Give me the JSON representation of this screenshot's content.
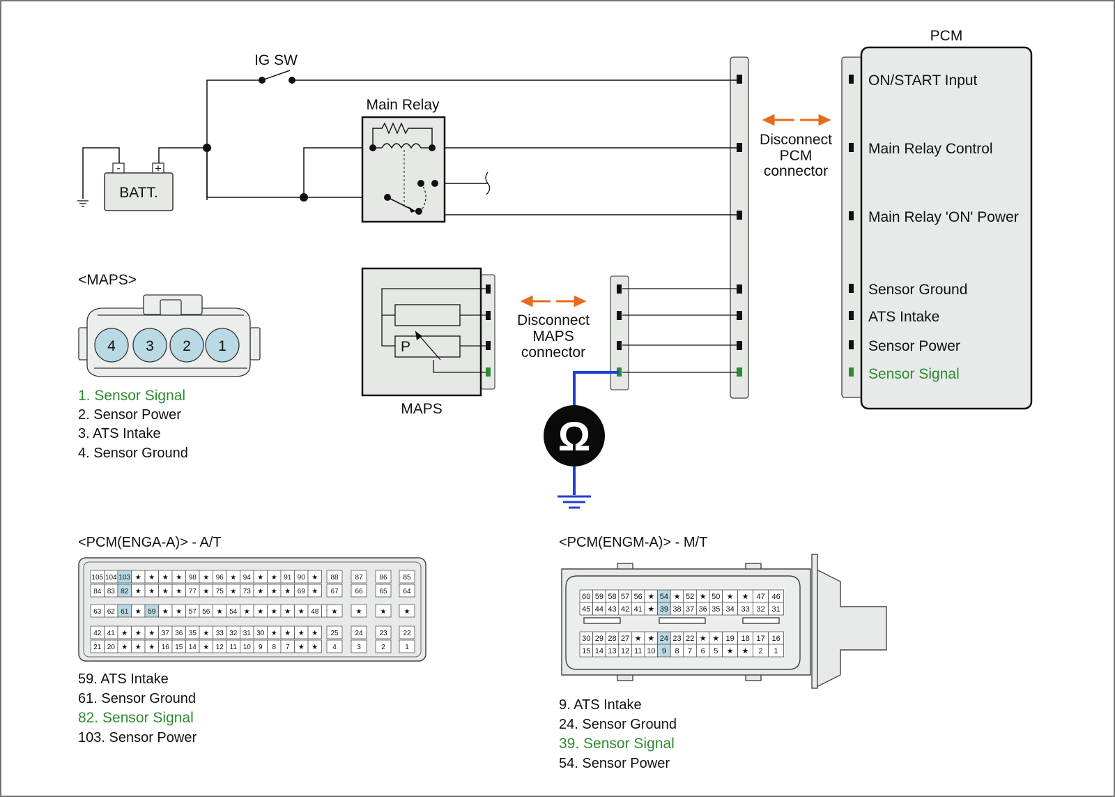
{
  "labels": {
    "pcm": "PCM",
    "ig_sw": "IG SW",
    "main_relay": "Main Relay",
    "batt": "BATT.",
    "batt_minus": "-",
    "batt_plus": "+",
    "maps_header": "<MAPS>",
    "maps_component": "MAPS",
    "maps_p": "P",
    "ohm": "Ω",
    "disconnect_pcm": [
      "Disconnect",
      "PCM",
      "connector"
    ],
    "disconnect_maps": [
      "Disconnect",
      "MAPS",
      "connector"
    ]
  },
  "pcm_pins": [
    {
      "label": "ON/START Input",
      "highlight": false
    },
    {
      "label": "Main Relay Control",
      "highlight": false
    },
    {
      "label": "Main Relay 'ON' Power",
      "highlight": false
    },
    {
      "label": "Sensor Ground",
      "highlight": false
    },
    {
      "label": "ATS Intake",
      "highlight": false
    },
    {
      "label": "Sensor Power",
      "highlight": false
    },
    {
      "label": "Sensor Signal",
      "highlight": true
    }
  ],
  "maps_connector": {
    "pins": [
      "4",
      "3",
      "2",
      "1"
    ],
    "legend": [
      {
        "text": "1. Sensor Signal",
        "highlight": true
      },
      {
        "text": "2. Sensor Power",
        "highlight": false
      },
      {
        "text": "3. ATS Intake",
        "highlight": false
      },
      {
        "text": "4. Sensor Ground",
        "highlight": false
      }
    ]
  },
  "pcm_at": {
    "title": "<PCM(ENGA-A)> - A/T",
    "rows": [
      [
        "105",
        "104",
        "103",
        "★",
        "★",
        "★",
        "★",
        "98",
        "★",
        "96",
        "★",
        "94",
        "★",
        "★",
        "91",
        "90",
        "★"
      ],
      [
        "84",
        "83",
        "82",
        "★",
        "★",
        "★",
        "★",
        "77",
        "★",
        "75",
        "★",
        "73",
        "★",
        "★",
        "★",
        "69",
        "★"
      ],
      [
        "63",
        "62",
        "61",
        "★",
        "59",
        "★",
        "★",
        "57",
        "56",
        "★",
        "54",
        "★",
        "★",
        "★",
        "★",
        "★",
        "48",
        "★"
      ],
      [
        "42",
        "41",
        "★",
        "★",
        "★",
        "37",
        "36",
        "35",
        "★",
        "33",
        "32",
        "31",
        "30",
        "★",
        "★",
        "★",
        "★"
      ],
      [
        "21",
        "20",
        "★",
        "★",
        "★",
        "16",
        "15",
        "14",
        "★",
        "12",
        "11",
        "10",
        "9",
        "8",
        "7",
        "★",
        "★"
      ]
    ],
    "right_rows": [
      [
        "88",
        "87",
        "86",
        "85"
      ],
      [
        "67",
        "66",
        "65",
        "64"
      ],
      [
        "★",
        "★",
        "★",
        "★"
      ],
      [
        "25",
        "24",
        "23",
        "22"
      ],
      [
        "4",
        "3",
        "2",
        "1"
      ]
    ],
    "highlighted": [
      "103",
      "82",
      "61",
      "59"
    ],
    "legend": [
      {
        "text": "59. ATS Intake",
        "highlight": false
      },
      {
        "text": "61. Sensor Ground",
        "highlight": false
      },
      {
        "text": "82. Sensor Signal",
        "highlight": true
      },
      {
        "text": "103. Sensor Power",
        "highlight": false
      }
    ]
  },
  "pcm_mt": {
    "title": "<PCM(ENGM-A)> - M/T",
    "rows": [
      [
        "60",
        "59",
        "58",
        "57",
        "56",
        "★",
        "54",
        "★",
        "52",
        "★",
        "50",
        "★",
        "★",
        "47",
        "46"
      ],
      [
        "45",
        "44",
        "43",
        "42",
        "41",
        "★",
        "39",
        "38",
        "37",
        "36",
        "35",
        "34",
        "33",
        "32",
        "31"
      ],
      [
        "30",
        "29",
        "28",
        "27",
        "★",
        "★",
        "24",
        "23",
        "22",
        "★",
        "★",
        "19",
        "18",
        "17",
        "16"
      ],
      [
        "15",
        "14",
        "13",
        "12",
        "11",
        "10",
        "9",
        "8",
        "7",
        "6",
        "5",
        "★",
        "★",
        "2",
        "1"
      ]
    ],
    "highlighted": [
      "54",
      "39",
      "24",
      "9"
    ],
    "legend": [
      {
        "text": "9. ATS Intake",
        "highlight": false
      },
      {
        "text": "24. Sensor Ground",
        "highlight": false
      },
      {
        "text": "39. Sensor Signal",
        "highlight": true
      },
      {
        "text": "54. Sensor Power",
        "highlight": false
      }
    ]
  },
  "colors": {
    "highlight_text": "#2e8b2e",
    "highlight_pin": "#b9d9e4",
    "arrow": "#e86a1c",
    "ground_wire": "#1f3fd6",
    "connector_fill": "#e6e8e6",
    "pcm_fill": "#e8eaea"
  }
}
